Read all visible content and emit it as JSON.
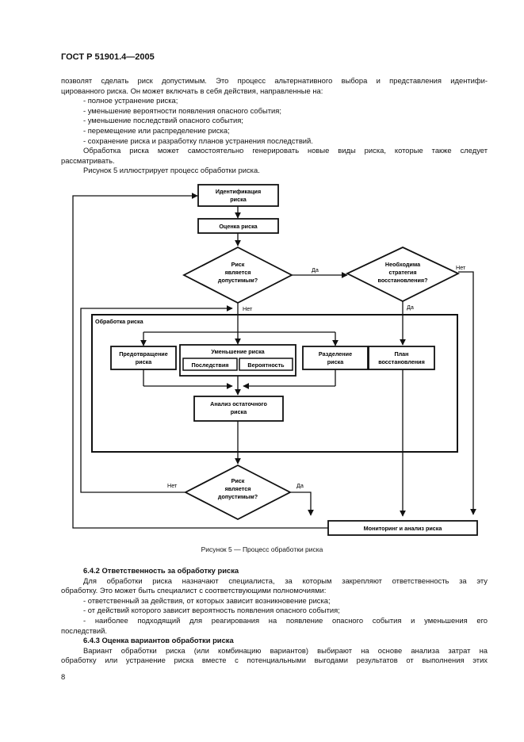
{
  "header": "ГОСТ Р 51901.4—2005",
  "intro": {
    "line1": "позволят сделать риск допустимым. Это процесс альтернативного выбора и представления идентифи-",
    "line2": "цированного риска. Он может включать в себя действия, направленные на:",
    "items": [
      "- полное устранение риска;",
      "- уменьшение вероятности появления опасного события;",
      "- уменьшение последствий опасного события;",
      "- перемещение или распределение риска;",
      "- сохранение риска и разработку планов устранения последствий."
    ],
    "para2_line1": "Обработка риска может самостоятельно генерировать новые виды риска, которые также следует",
    "para2_line2": "рассматривать.",
    "fig_ref": "Рисунок 5 иллюстрирует процесс обработки риска."
  },
  "flowchart": {
    "identification": [
      "Идентификация",
      "риска"
    ],
    "assessment": "Оценка риска",
    "decision1": [
      "Риск",
      "является",
      "допустимым?"
    ],
    "decision2": [
      "Необходима",
      "стратегия",
      "восстановления?"
    ],
    "decision3": [
      "Риск",
      "является",
      "допустимым?"
    ],
    "yes": "Да",
    "no": "Нет",
    "group_title": "Обработка риска",
    "prevention": [
      "Предотвращение",
      "риска"
    ],
    "reduction": "Уменьшение риска",
    "consequences": "Последствия",
    "probability": "Вероятность",
    "distribution": [
      "Разделение",
      "риска"
    ],
    "recovery_plan": [
      "План",
      "восстановления"
    ],
    "residual": [
      "Анализ остаточного",
      "риска"
    ],
    "monitoring": "Мониторинг и анализ риска"
  },
  "caption": "Рисунок 5 — Процесс обработки риска",
  "section_642": {
    "heading": "6.4.2 Ответственность за обработку риска",
    "line1": "Для обработки риска назначают специалиста, за которым закрепляют ответственность за эту",
    "line2": "обработку. Это может быть специалист с соответствующими полномочиями:",
    "items": [
      "- ответственный за действия, от которых зависит возникновение риска;",
      "- от действий которого зависит вероятность появления опасного события;"
    ],
    "item3_line1": "- наиболее подходящий для реагирования на появление опасного события и уменьшения его",
    "item3_line2": "последствий."
  },
  "section_643": {
    "heading": "6.4.3 Оценка вариантов обработки риска",
    "line1": "Вариант обработки риска (или комбинацию вариантов) выбирают на основе анализа затрат на",
    "line2": "обработку или устранение риска вместе с потенциальными выгодами результатов от выполнения этих"
  },
  "page_number": "8"
}
